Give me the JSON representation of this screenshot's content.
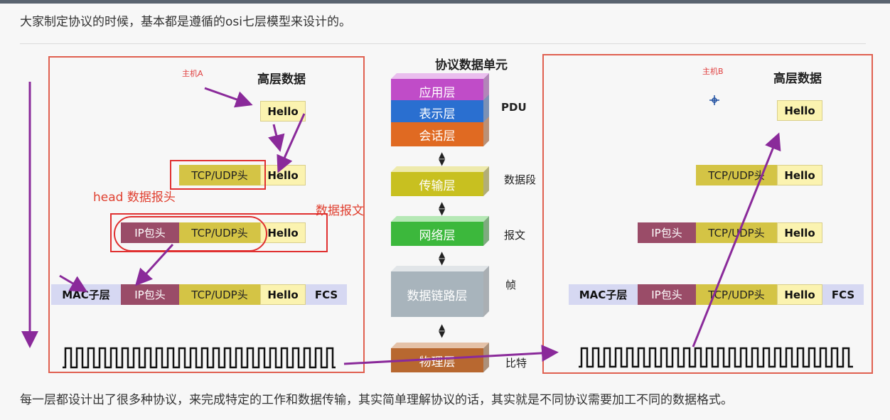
{
  "caption_top": "大家制定协议的时候，基本都是遵循的osi七层模型来设计的。",
  "caption_bottom": "每一层都设计出了很多种协议，来完成特定的工作和数据传输，其实简单理解协议的话，其实就是不同协议需要加工不同的数据格式。",
  "colors": {
    "frame": "#e06050",
    "annotation_red": "#e03030",
    "arrow_purple": "#8a2a9a",
    "hello_bg": "#fbf3b0",
    "tcp_bg": "#d4c445",
    "ip_bg": "#9a4c68",
    "mac_bg": "#d6d8f2"
  },
  "hostA": {
    "tag": "主机A",
    "title": "高层数据",
    "hello": "Hello",
    "tcp": "TCP/UDP头",
    "ip": "IP包头",
    "mac": "MAC子层",
    "fcs": "FCS"
  },
  "hostB": {
    "tag": "主机B",
    "title": "高层数据",
    "hello": "Hello",
    "tcp": "TCP/UDP头",
    "ip": "IP包头",
    "mac": "MAC子层",
    "fcs": "FCS"
  },
  "annotations": {
    "head": "head  数据报头",
    "message": "数据报文"
  },
  "osi": {
    "title": "协议数据单元",
    "layers": {
      "application": "应用层",
      "presentation": "表示层",
      "session": "会话层",
      "transport": "传输层",
      "network": "网络层",
      "datalink": "数据链路层",
      "physical": "物理层"
    },
    "pdu": {
      "upper": "PDU",
      "transport": "数据段",
      "network": "报文",
      "datalink": "帧",
      "physical": "比特"
    },
    "layer_colors": {
      "application": "#c04cc8",
      "presentation": "#2a6fd0",
      "session": "#e06a22",
      "transport": "#c8c020",
      "network": "#3cb83c",
      "datalink": "#a8b4bc",
      "physical": "#b86830"
    }
  }
}
